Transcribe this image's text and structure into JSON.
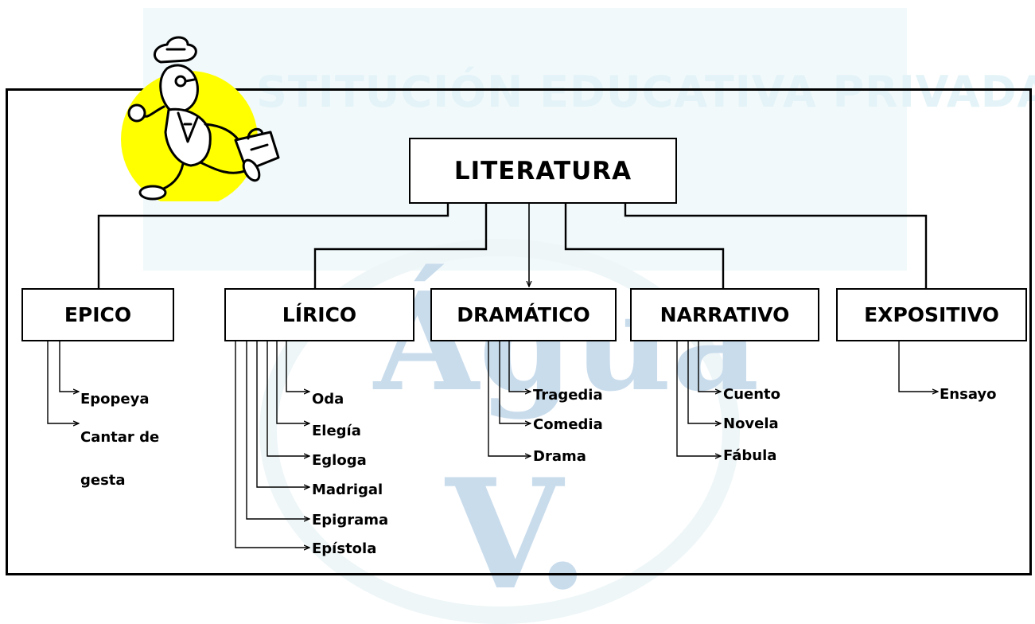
{
  "watermark": {
    "top_text": "STITUCIÓN EDUCATIVA PRIVADA",
    "large_text": "Águа",
    "bottom_text": "V."
  },
  "root": {
    "label": "LITERATURA"
  },
  "categories": [
    {
      "label": "EPICO",
      "items": [
        "Epopeya",
        "Cantar de",
        "gesta"
      ]
    },
    {
      "label": "LÍRICO",
      "items": [
        "Oda",
        "Elegía",
        "Egloga",
        "Madrigal",
        "Epigrama",
        "Epístola"
      ]
    },
    {
      "label": "DRAMÁTICO",
      "items": [
        "Tragedia",
        "Comedia",
        "Drama"
      ]
    },
    {
      "label": "NARRATIVO",
      "items": [
        "Cuento",
        "Novela",
        "Fábula"
      ]
    },
    {
      "label": "EXPOSITIVO",
      "items": [
        "Ensayo"
      ]
    }
  ],
  "colors": {
    "mascot_circle": "#ffff00",
    "line": "#000000",
    "watermark": "#cfe3ef"
  },
  "icons": {
    "mascot": "cartoon-man-running-with-briefcase-icon"
  }
}
